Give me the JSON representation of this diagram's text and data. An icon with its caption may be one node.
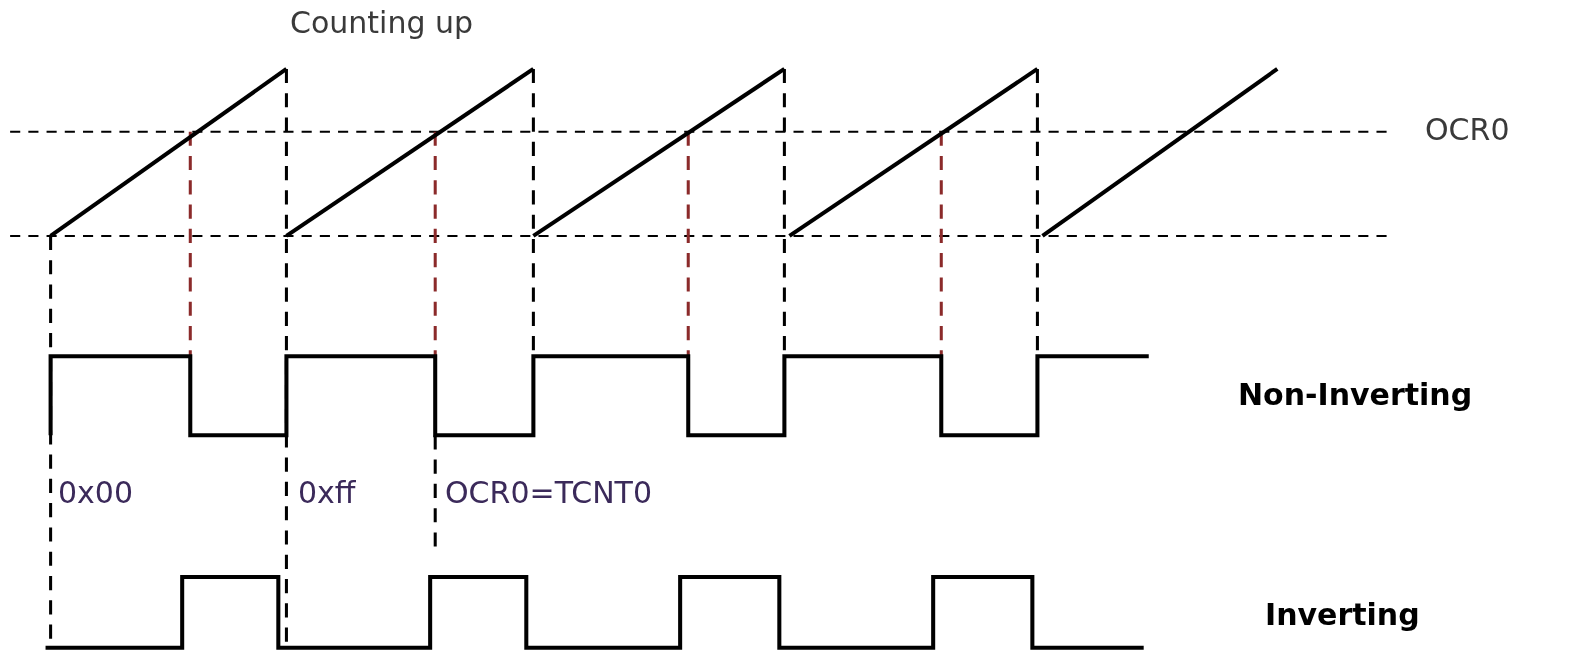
{
  "diagram": {
    "labels": [
      "Counting up",
      "OCR0",
      "Non-Inverting",
      "0x00",
      "0xff",
      "OCR0=TCNT0",
      "Inverting"
    ]
  }
}
